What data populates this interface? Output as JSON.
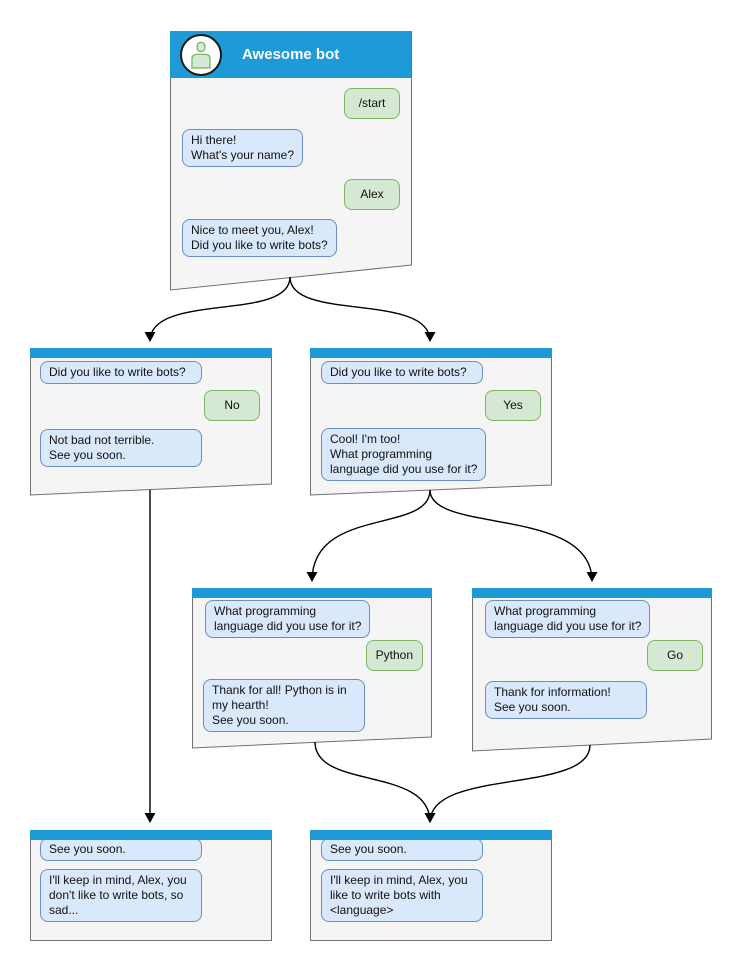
{
  "colors": {
    "titlebar_blue": "#1E9BD7",
    "window_fill": "#F5F5F5",
    "window_border": "#707070",
    "bot_bubble_fill": "#DAE8FC",
    "bot_bubble_border": "#6C8EBF",
    "user_bubble_fill": "#D5E8D4",
    "user_bubble_border": "#82B366",
    "connector": "#000000",
    "title_text": "#FFFFFF"
  },
  "windows": {
    "root": {
      "title": "Awesome bot",
      "avatar_icon": "person-icon",
      "messages": [
        {
          "from": "user",
          "text": "/start"
        },
        {
          "from": "bot",
          "text": "Hi there!\nWhat's your name?"
        },
        {
          "from": "user",
          "text": "Alex"
        },
        {
          "from": "bot",
          "text": "Nice to meet you, Alex!\nDid you like to write bots?"
        }
      ]
    },
    "branch_no": {
      "messages": [
        {
          "from": "bot",
          "text": "Did you like to write bots?"
        },
        {
          "from": "user",
          "text": "No"
        },
        {
          "from": "bot",
          "text": "Not bad not terrible.\nSee you soon."
        }
      ]
    },
    "branch_yes": {
      "messages": [
        {
          "from": "bot",
          "text": "Did you like to write bots?"
        },
        {
          "from": "user",
          "text": "Yes"
        },
        {
          "from": "bot",
          "text": "Cool! I'm too!\nWhat programming\nlanguage did you use for it?"
        }
      ]
    },
    "branch_python": {
      "messages": [
        {
          "from": "bot",
          "text": "What programming\nlanguage did you use for it?"
        },
        {
          "from": "user",
          "text": "Python"
        },
        {
          "from": "bot",
          "text": "Thank for all! Python is in\nmy hearth!\nSee you soon."
        }
      ]
    },
    "branch_go": {
      "messages": [
        {
          "from": "bot",
          "text": "What programming\nlanguage did you use for it?"
        },
        {
          "from": "user",
          "text": "Go"
        },
        {
          "from": "bot",
          "text": "Thank for information!\nSee you soon."
        }
      ]
    },
    "end_no": {
      "messages": [
        {
          "from": "bot",
          "text": "See you soon."
        },
        {
          "from": "bot",
          "text": "I'll keep in mind, Alex, you\ndon't like to write bots, so\nsad..."
        }
      ]
    },
    "end_yes": {
      "messages": [
        {
          "from": "bot",
          "text": "See you soon."
        },
        {
          "from": "bot",
          "text": "I'll keep in mind, Alex, you\nlike to write bots with\n<language>"
        }
      ]
    }
  }
}
